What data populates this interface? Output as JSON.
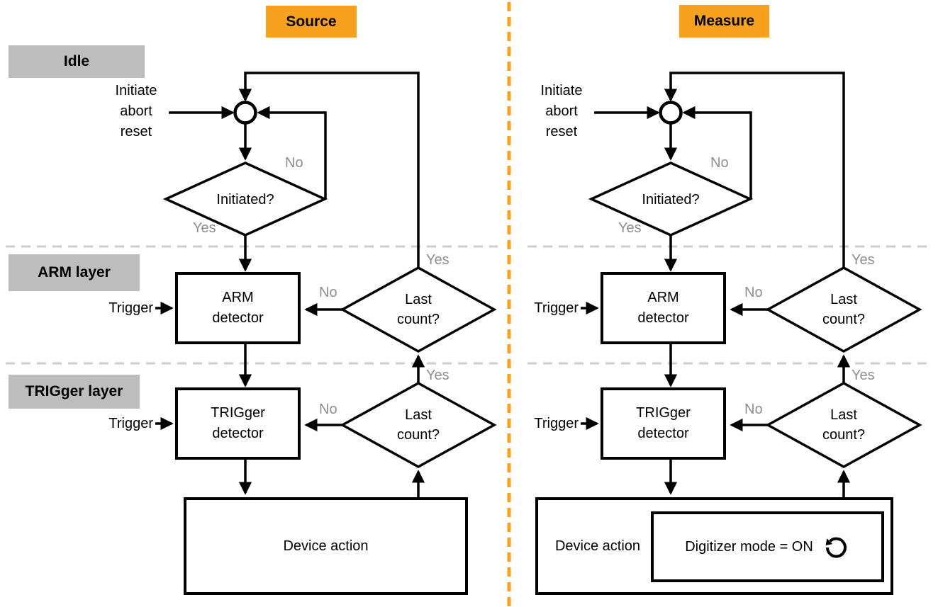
{
  "colors": {
    "accent_orange": "#F7A11F",
    "layer_label_gray": "#BDBDBD",
    "decision_text_gray": "#8E8E8E",
    "dashed_separator_gray": "#CCCCCC",
    "line_black": "#000000",
    "background": "#FFFFFF"
  },
  "layer_labels": {
    "idle": "Idle",
    "arm": "ARM layer",
    "trigger": "TRIGger layer"
  },
  "source": {
    "header": "Source",
    "initiate_label": "Initiate\nabort\nreset",
    "initiated": {
      "question": "Initiated?",
      "no": "No",
      "yes": "Yes"
    },
    "arm": {
      "trigger_label": "Trigger",
      "detector": "ARM\ndetector",
      "last_count": {
        "question": "Last\ncount?",
        "no": "No",
        "yes": "Yes"
      }
    },
    "trig": {
      "trigger_label": "Trigger",
      "detector": "TRIGger\ndetector",
      "last_count": {
        "question": "Last\ncount?",
        "no": "No",
        "yes": "Yes"
      }
    },
    "device_action": "Device action"
  },
  "measure": {
    "header": "Measure",
    "initiate_label": "Initiate\nabort\nreset",
    "initiated": {
      "question": "Initiated?",
      "no": "No",
      "yes": "Yes"
    },
    "arm": {
      "trigger_label": "Trigger",
      "detector": "ARM\ndetector",
      "last_count": {
        "question": "Last\ncount?",
        "no": "No",
        "yes": "Yes"
      }
    },
    "trig": {
      "trigger_label": "Trigger",
      "detector": "TRIGger\ndetector",
      "last_count": {
        "question": "Last\ncount?",
        "no": "No",
        "yes": "Yes"
      }
    },
    "device_action": "Device action",
    "digitizer": {
      "label": "Digitizer mode = ON",
      "icon": "counterclockwise-loop-icon"
    }
  }
}
